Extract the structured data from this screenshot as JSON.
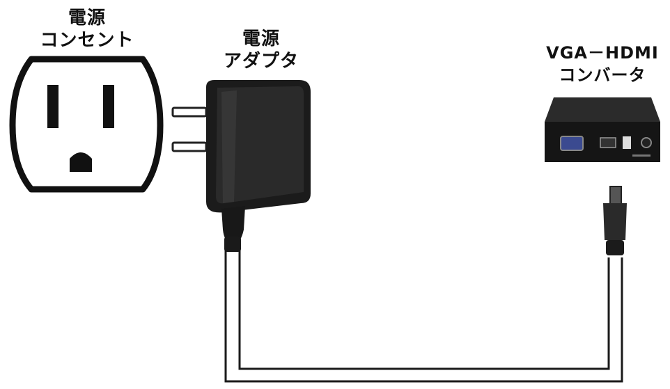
{
  "outlet": {
    "label_line1": "電源",
    "label_line2": "コンセント"
  },
  "adapter": {
    "label_line1": "電源",
    "label_line2": "アダプタ"
  },
  "converter": {
    "label_line1": "VGA－HDMI",
    "label_line2": "コンバータ"
  }
}
